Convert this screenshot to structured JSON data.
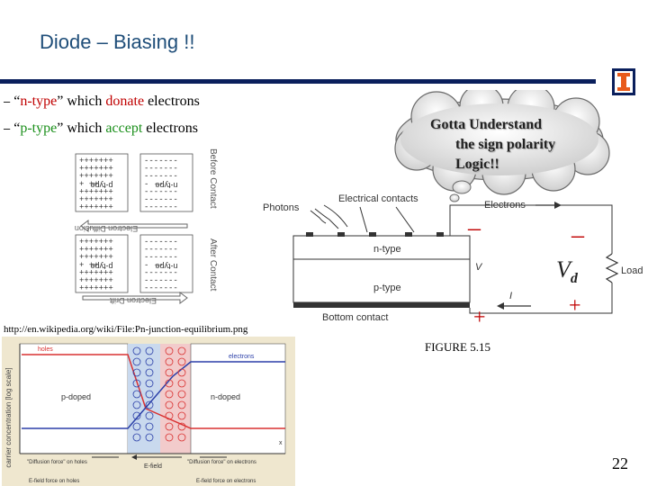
{
  "title": "Diode – Biasing !!",
  "bullets": [
    {
      "dash": "–",
      "open": " “",
      "typed": "n-type",
      "close": "” which ",
      "verb": "donate",
      "rest": " electrons"
    },
    {
      "dash": "–",
      "open": " “",
      "typed": "p-type",
      "close": "” which ",
      "verb": "accept",
      "rest": " electrons"
    }
  ],
  "cloud": {
    "lines": [
      "Gotta Understand",
      "the sign polarity",
      "Logic!!"
    ]
  },
  "junction_figure": {
    "before_label": "Before Contact",
    "after_label": "After Contact",
    "p_label": "p-type",
    "n_label": "n-type",
    "diffusion_label": "Electron Diffusion",
    "drift_label": "Electron Drift"
  },
  "device_figure": {
    "photons": "Photons",
    "electrical_contacts": "Electrical contacts",
    "electrons": "Electrons",
    "n_type": "n-type",
    "p_type": "p-type",
    "bottom_contact": "Bottom contact",
    "load": "Load",
    "v": "V",
    "i": "I",
    "vd": "V",
    "vd_sub": "d",
    "minus_left": "–",
    "minus_right": "–",
    "plus_left": "+",
    "plus_right": "+",
    "caption": "FIGURE 5.15"
  },
  "source_url": "http://en.wikipedia.org/wiki/File:Pn-junction-equilibrium.png",
  "equilibrium_figure": {
    "y_axis": "carrier concentration [log scale]",
    "holes": "holes",
    "electrons": "electrons",
    "p_doped": "p-doped",
    "n_doped": "n-doped",
    "e_field": "E-field",
    "diffusion_holes": "\"Diffusion force\" on holes",
    "diffusion_electrons": "\"Diffusion force\" on electrons",
    "efield_holes": "E-field force on holes",
    "efield_electrons": "E-field force on electrons",
    "x_axis": "x"
  },
  "page_number": "22",
  "colors": {
    "title": "#1f4e79",
    "rule": "#0a1f5c",
    "donate": "#c00000",
    "accept": "#1a8f1a",
    "holes": "#d93030",
    "electrons": "#2b3fa8"
  }
}
